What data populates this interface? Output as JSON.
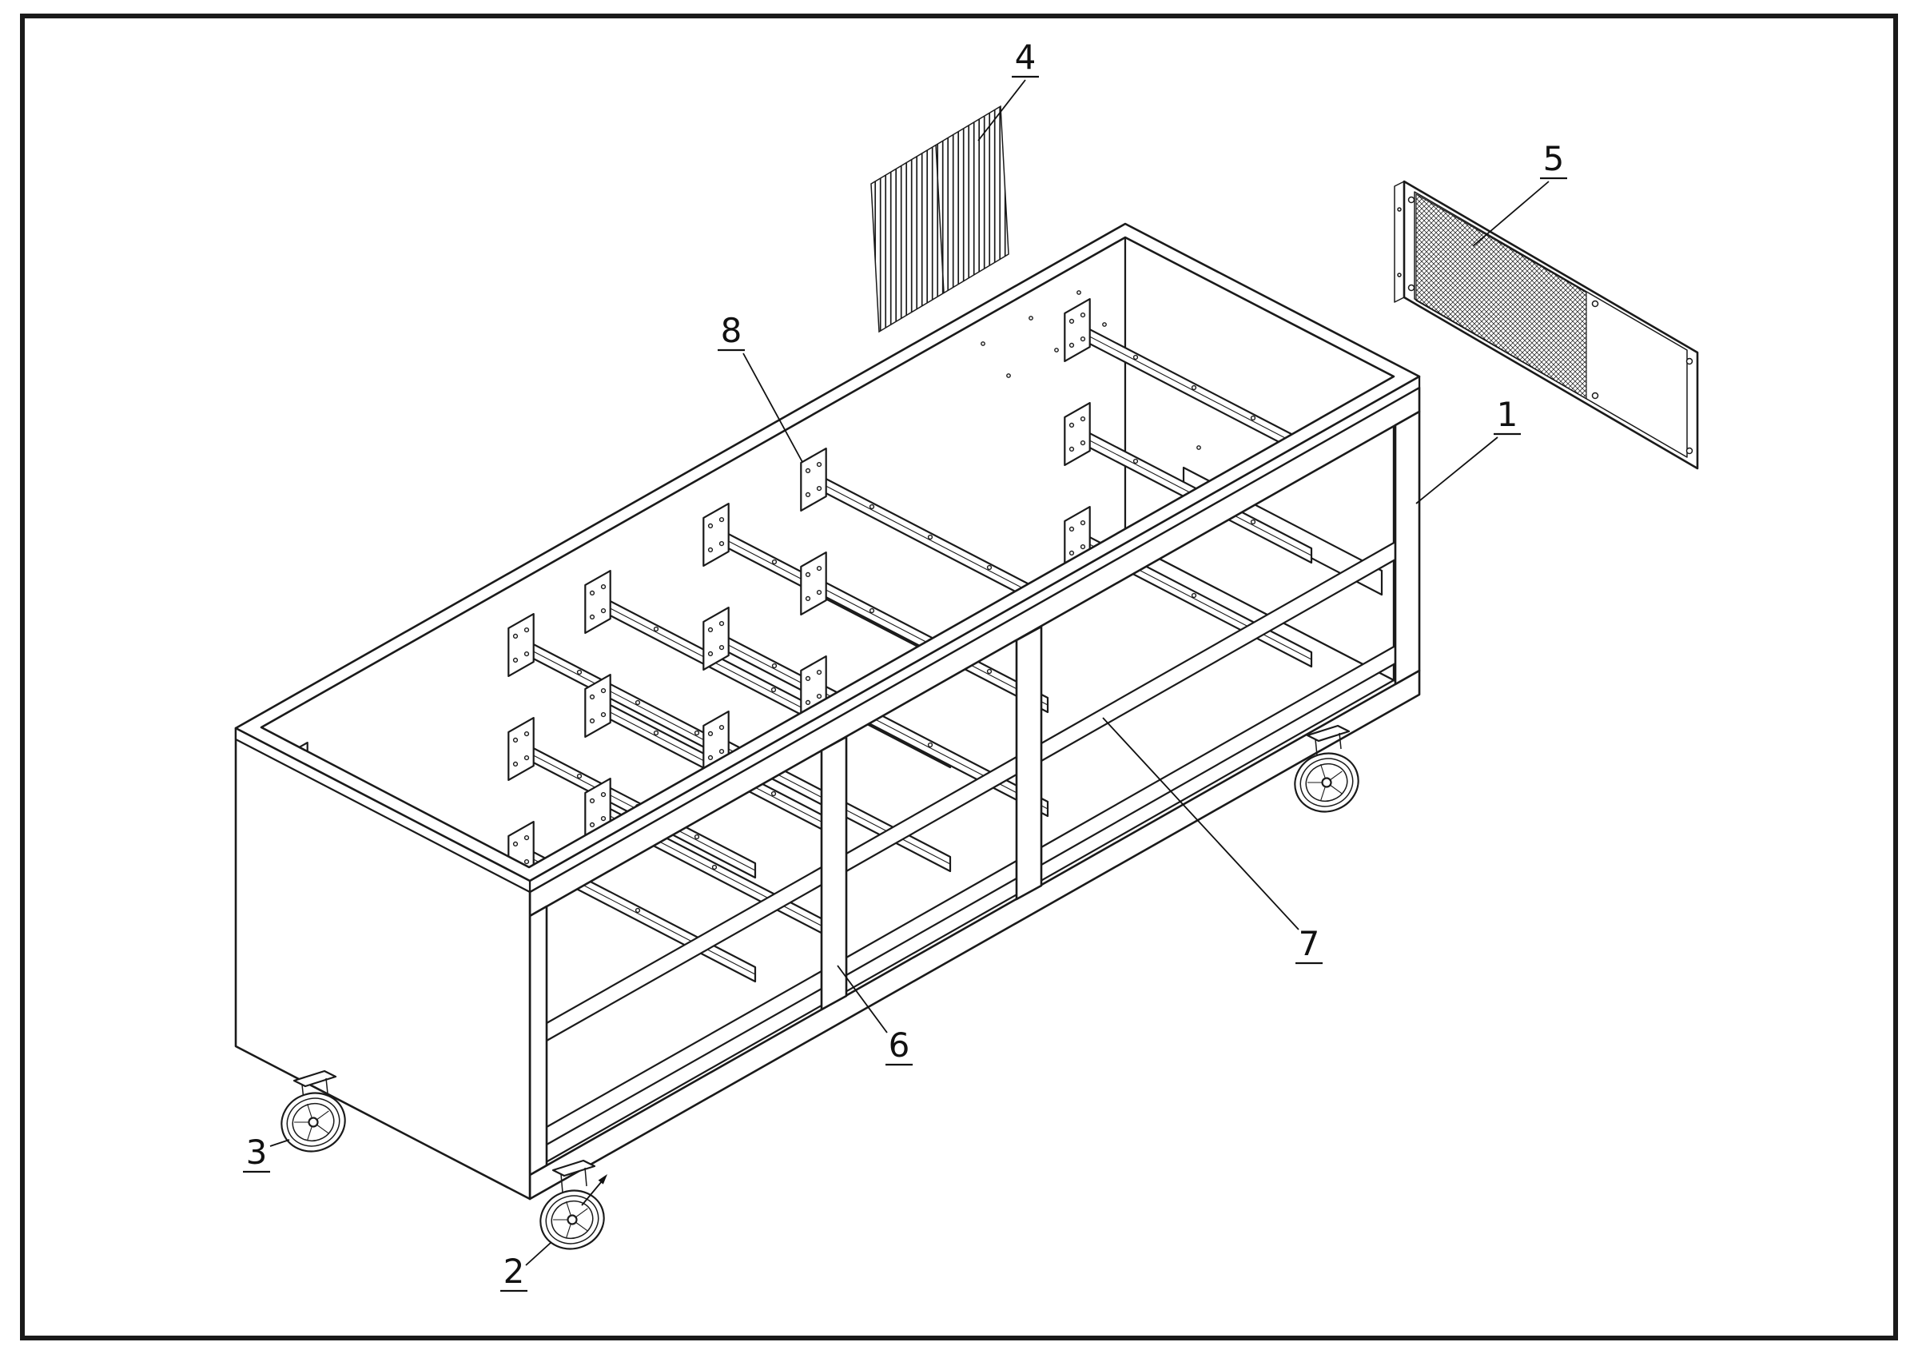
{
  "page": {
    "colors": {
      "ink": "#1a1a1a",
      "paper": "#ffffff"
    },
    "callouts": {
      "c1": "1",
      "c2": "2",
      "c3": "3",
      "c4": "4",
      "c5": "5",
      "c6": "6",
      "c7": "7",
      "c8": "8"
    }
  }
}
